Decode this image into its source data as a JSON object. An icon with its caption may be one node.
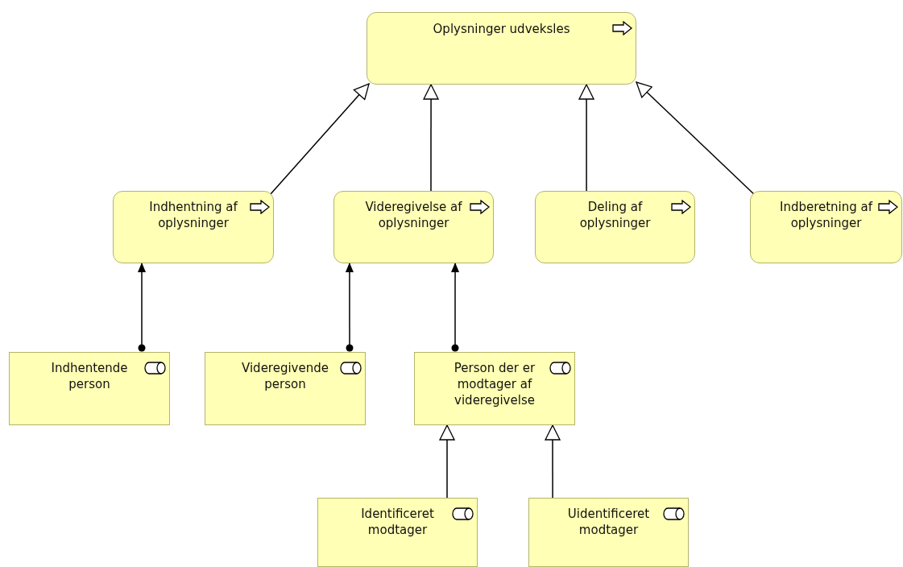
{
  "diagram": {
    "nodes": [
      {
        "text": [
          "Oplysninger udveksles"
        ]
      },
      {
        "text": [
          "Indhentning af oplysninger"
        ]
      },
      {
        "text": [
          "Videregivelse af oplysninger"
        ]
      },
      {
        "text": [
          "Deling af oplysninger"
        ]
      },
      {
        "text": [
          "Indberetning af oplysninger"
        ]
      },
      {
        "text": [
          "Indhentende person"
        ]
      },
      {
        "text": [
          "Videregivende person"
        ]
      },
      {
        "text": [
          "Person der er modtager af videregivelse"
        ]
      },
      {
        "text": [
          "Identificeret modtager"
        ]
      },
      {
        "text": [
          "Uidentificeret modtager"
        ]
      }
    ],
    "edges": [
      {
        "from": 1,
        "to": 0,
        "arrow": "to"
      },
      {
        "from": 2,
        "to": 0,
        "arrow": "to"
      },
      {
        "from": 3,
        "to": 0,
        "arrow": "to"
      },
      {
        "from": 4,
        "to": 0,
        "arrow": "to"
      },
      {
        "from": 5,
        "to": 1,
        "arrow": "to"
      },
      {
        "from": 6,
        "to": 2,
        "arrow": "to"
      },
      {
        "from": 7,
        "to": 2,
        "arrow": "to"
      },
      {
        "from": 8,
        "to": 7,
        "arrow": "to"
      },
      {
        "from": 9,
        "to": 7,
        "arrow": "to"
      }
    ]
  }
}
